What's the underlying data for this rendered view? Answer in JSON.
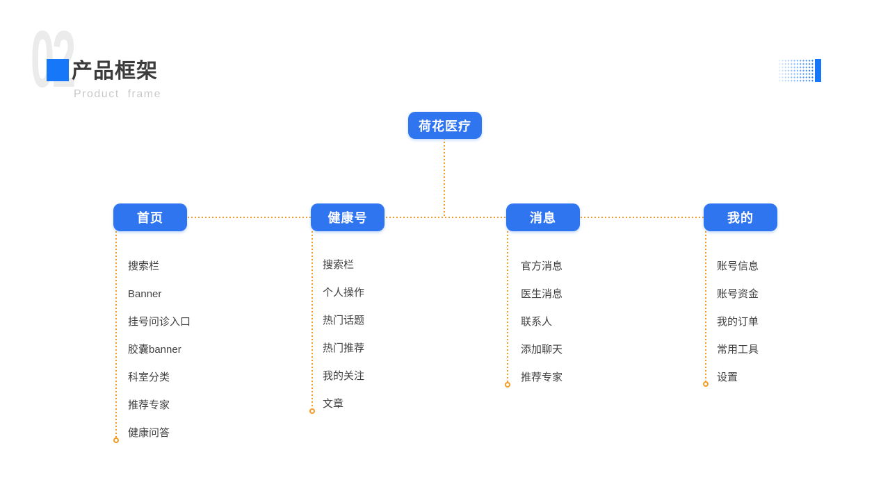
{
  "slide": {
    "section_number": "02",
    "title": "产品框架",
    "subtitle": "Product frame"
  },
  "colors": {
    "accent_blue": "#1677F8",
    "node_blue": "#3075F0",
    "connector_orange": "#F59A23"
  },
  "diagram": {
    "root": {
      "label": "荷花医疗"
    },
    "branches": [
      {
        "label": "首页",
        "items": [
          "搜索栏",
          "Banner",
          "挂号问诊入口",
          "胶囊banner",
          "科室分类",
          "推荐专家",
          "健康问答"
        ]
      },
      {
        "label": "健康号",
        "items": [
          "搜索栏",
          "个人操作",
          "热门话题",
          "热门推荐",
          "我的关注",
          "文章"
        ]
      },
      {
        "label": "消息",
        "items": [
          "官方消息",
          "医生消息",
          "联系人",
          "添加聊天",
          "推荐专家"
        ]
      },
      {
        "label": "我的",
        "items": [
          "账号信息",
          "账号资金",
          "我的订单",
          "常用工具",
          "设置"
        ]
      }
    ]
  }
}
